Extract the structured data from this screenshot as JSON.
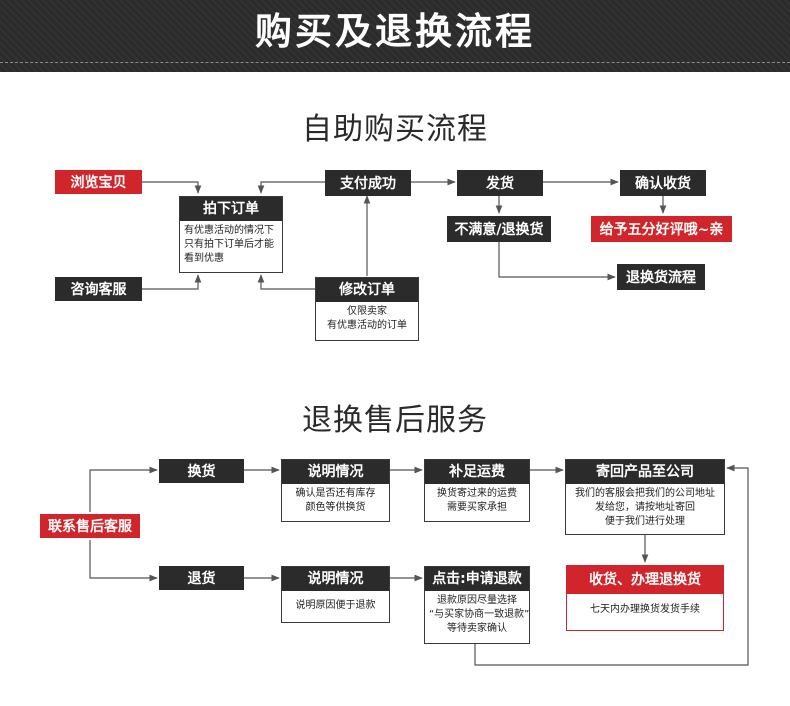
{
  "banner": {
    "title": "购买及退换流程"
  },
  "section1": {
    "title": "自助购买流程",
    "browse": "浏览宝贝",
    "consult": "咨询客服",
    "order": {
      "title": "拍下订单",
      "lines": [
        "有优惠活动的情况下",
        "只有拍下订单后才能",
        "看到优惠"
      ]
    },
    "pay_success": "支付成功",
    "modify_order": {
      "title": "修改订单",
      "lines": [
        "仅限卖家",
        "有优惠活动的订单"
      ]
    },
    "ship": "发货",
    "unsatisfied": "不满意/退换货",
    "confirm_receipt": "确认收货",
    "five_star": "给予五分好评哦~亲",
    "return_flow": "退换货流程"
  },
  "section2": {
    "title": "退换售后服务",
    "contact": "联系售后客服",
    "exchange": "换货",
    "refund": "退货",
    "explain_exchange": {
      "title": "说明情况",
      "lines": [
        "确认是否还有库存",
        "颜色等供换货"
      ]
    },
    "explain_refund": {
      "title": "说明情况",
      "lines": [
        "说明原因便于退款"
      ]
    },
    "pay_shipping": {
      "title": "补足运费",
      "lines": [
        "换货寄过来的运费",
        "需要买家承担"
      ]
    },
    "apply_refund": {
      "title": "点击:申请退款",
      "lines": [
        "退款原因尽量选择",
        "“与买家协商一致退款”",
        "等待卖家确认"
      ]
    },
    "send_back": {
      "title": "寄回产品至公司",
      "lines": [
        "我们的客服会把我们的公司地址",
        "发给您，请按地址寄回",
        "便于我们进行处理"
      ]
    },
    "receive_process": {
      "title": "收货、办理退换货",
      "lines": [
        "七天内办理换货发货手续"
      ]
    }
  },
  "colors": {
    "dark": "#2b2b2b",
    "red": "#d0262b",
    "line": "#555555"
  }
}
